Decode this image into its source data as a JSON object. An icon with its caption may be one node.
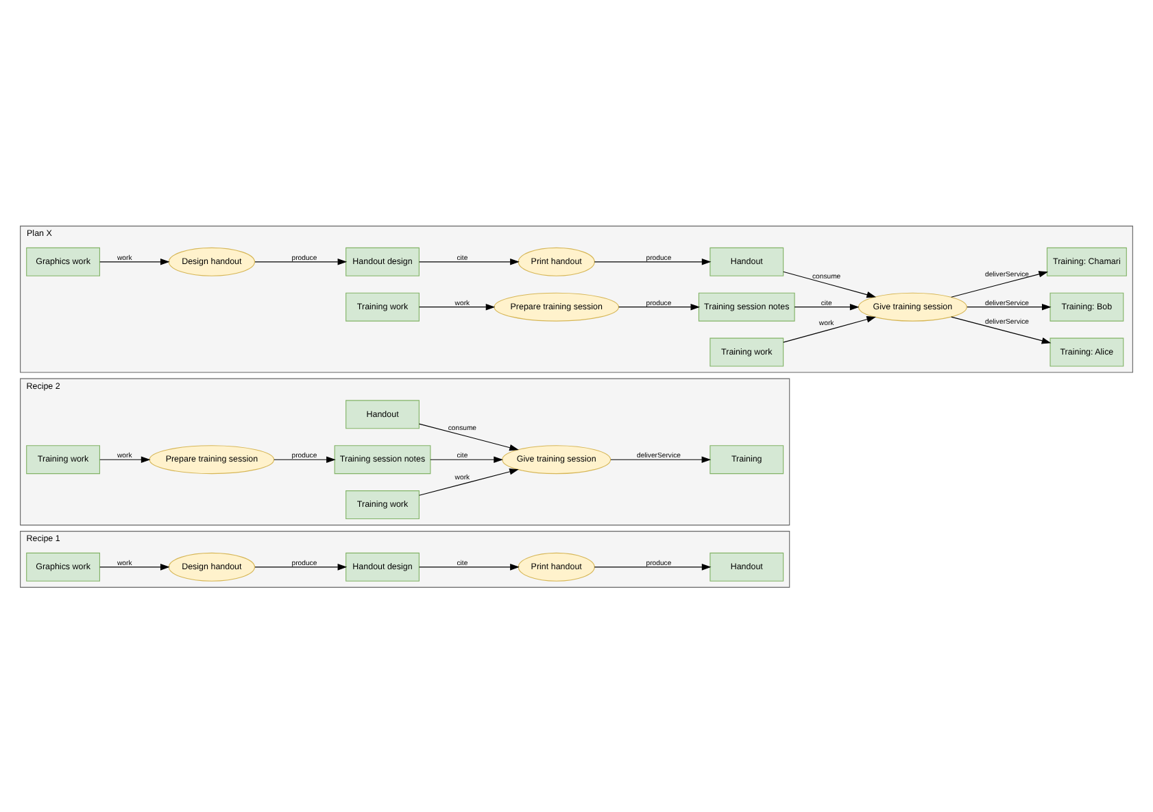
{
  "diagram": {
    "nodes": [
      {
        "text": [
          "Recipe 1"
        ]
      },
      {
        "text": [
          "Graphics work"
        ],
        "in": 0
      },
      {
        "text": [
          "Design handout"
        ],
        "in": 0
      },
      {
        "text": [
          "Handout design"
        ],
        "in": 0
      },
      {
        "text": [
          "Print handout"
        ],
        "in": 0
      },
      {
        "text": [
          "Handout"
        ],
        "in": 0
      },
      {
        "text": [
          "Recipe 2"
        ]
      },
      {
        "text": [
          "Handout"
        ],
        "in": 6
      },
      {
        "text": [
          "Training work"
        ],
        "in": 6
      },
      {
        "text": [
          "Prepare training session"
        ],
        "in": 6
      },
      {
        "text": [
          "Training session notes"
        ],
        "in": 6
      },
      {
        "text": [
          "Give training session"
        ],
        "in": 6
      },
      {
        "text": [
          "Training"
        ],
        "in": 6
      },
      {
        "text": [
          "Training work"
        ],
        "in": 6
      },
      {
        "text": [
          "Plan X"
        ]
      },
      {
        "text": [
          "Graphics work"
        ],
        "in": 14
      },
      {
        "text": [
          "Design handout"
        ],
        "in": 14
      },
      {
        "text": [
          "Handout design"
        ],
        "in": 14
      },
      {
        "text": [
          "Print handout"
        ],
        "in": 14
      },
      {
        "text": [
          "Handout"
        ],
        "in": 14
      },
      {
        "text": [
          "Training: Alice"
        ],
        "in": 14
      },
      {
        "text": [
          "Training work"
        ],
        "in": 14
      },
      {
        "text": [
          "Prepare training session"
        ],
        "in": 14
      },
      {
        "text": [
          "Training session notes"
        ],
        "in": 14
      },
      {
        "text": [
          "Give training session"
        ],
        "in": 14
      },
      {
        "text": [
          "Training: Bob"
        ],
        "in": 14
      },
      {
        "text": [
          "Training: Chamari"
        ],
        "in": 14
      },
      {
        "text": [
          "Training work"
        ],
        "in": 14
      }
    ],
    "edges": [
      {
        "from": 1,
        "to": 2,
        "arrow": "to",
        "label": "work"
      },
      {
        "from": 2,
        "to": 3,
        "arrow": "to",
        "label": "produce"
      },
      {
        "from": 3,
        "to": 4,
        "arrow": "to",
        "label": "cite"
      },
      {
        "from": 4,
        "to": 5,
        "arrow": "to",
        "label": "produce"
      },
      {
        "from": 7,
        "to": 11,
        "arrow": "to",
        "label": "consume"
      },
      {
        "from": 8,
        "to": 9,
        "arrow": "to",
        "label": "work"
      },
      {
        "from": 9,
        "to": 10,
        "arrow": "to",
        "label": "produce"
      },
      {
        "from": 10,
        "to": 11,
        "arrow": "to",
        "label": "cite"
      },
      {
        "from": 11,
        "to": 12,
        "arrow": "to",
        "label": "deliverService"
      },
      {
        "from": 13,
        "to": 11,
        "arrow": "to",
        "label": "work"
      },
      {
        "from": 15,
        "to": 16,
        "arrow": "to",
        "label": "work"
      },
      {
        "from": 16,
        "to": 17,
        "arrow": "to",
        "label": "produce"
      },
      {
        "from": 17,
        "to": 18,
        "arrow": "to",
        "label": "cite"
      },
      {
        "from": 18,
        "to": 19,
        "arrow": "to",
        "label": "produce"
      },
      {
        "from": 19,
        "to": 24,
        "arrow": "to",
        "label": "consume"
      },
      {
        "from": 24,
        "to": 20,
        "arrow": "to",
        "label": "deliverService"
      },
      {
        "from": 21,
        "to": 22,
        "arrow": "to",
        "label": "work"
      },
      {
        "from": 22,
        "to": 23,
        "arrow": "to",
        "label": "produce"
      },
      {
        "from": 23,
        "to": 24,
        "arrow": "to",
        "label": "cite"
      },
      {
        "from": 24,
        "to": 25,
        "arrow": "to",
        "label": "deliverService"
      },
      {
        "from": 24,
        "to": 26,
        "arrow": "to",
        "label": "deliverService"
      },
      {
        "from": 27,
        "to": 24,
        "arrow": "to",
        "label": "work"
      }
    ]
  }
}
